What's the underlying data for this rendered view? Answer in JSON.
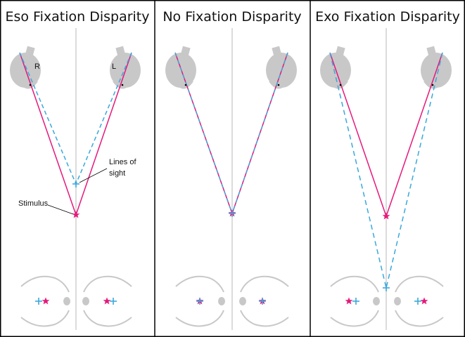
{
  "panels": [
    {
      "title": "Eso Fixation Disparity",
      "right_eye_label": "R",
      "left_eye_label": "L",
      "lines_of_sight_label_line1": "Lines of",
      "lines_of_sight_label_line2": "sight",
      "stimulus_label": "Stimulus"
    },
    {
      "title": "No Fixation Disparity"
    },
    {
      "title": "Exo Fixation Disparity"
    }
  ],
  "colors": {
    "stimulus_line": "#e5197a",
    "line_of_sight": "#3aa8dc",
    "eye_fill": "#c8c8c8",
    "midline": "#c8c8c8",
    "border": "#000000"
  },
  "icons": {
    "stimulus_marker": "star",
    "fixation_marker": "cross"
  }
}
